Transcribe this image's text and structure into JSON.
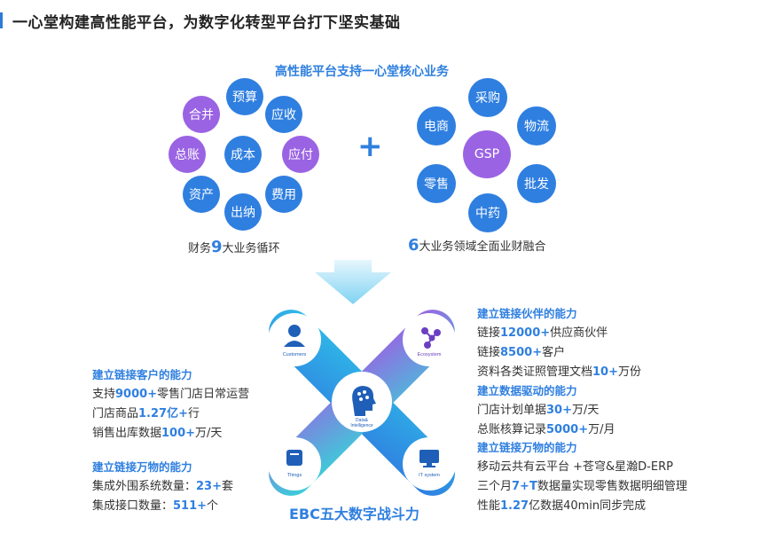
{
  "title": "一心堂构建高性能平台，为数字化转型平台打下坚实基础",
  "subhead": "高性能平台支持一心堂核心业务",
  "left_group": {
    "bubbles": [
      "预算",
      "合并",
      "应收",
      "总账",
      "成本",
      "应付",
      "资产",
      "费用",
      "出纳"
    ],
    "caption_pre": "财务",
    "caption_num": "9",
    "caption_post": "大业务循环"
  },
  "right_group": {
    "bubbles": [
      "采购",
      "电商",
      "物流",
      "GSP",
      "零售",
      "批发",
      "中药"
    ],
    "caption_num": "6",
    "caption_post": "大业务领域全面业财融合"
  },
  "plus": "+",
  "diagram": {
    "customers": "Customers",
    "ecosystem": "Ecosystem",
    "things": "Things",
    "it_system": "IT system",
    "center_1": "Data&",
    "center_2": "Intelligence",
    "footer": "EBC五大数字战斗力"
  },
  "left_sections": [
    {
      "head": "建立链接客户的能力",
      "lines": [
        {
          "pre": "支持",
          "num": "9000+",
          "post": "零售门店日常运营"
        },
        {
          "pre": "门店商品",
          "num": "1.27亿+",
          "post": "行"
        },
        {
          "pre": "销售出库数据",
          "num": "100+",
          "post": "万/天"
        }
      ]
    },
    {
      "head": "建立链接万物的能力",
      "lines": [
        {
          "pre": "集成外围系统数量：",
          "num": "23+",
          "post": "套"
        },
        {
          "pre": "集成接口数量：",
          "num": "511+",
          "post": "个"
        }
      ]
    }
  ],
  "right_sections": [
    {
      "head": "建立链接伙伴的能力",
      "lines": [
        {
          "pre": "链接",
          "num": "12000+",
          "post": "供应商伙伴"
        },
        {
          "pre": "链接",
          "num": "8500+",
          "post": "客户"
        },
        {
          "pre": "资料各类证照管理文档",
          "num": "10+",
          "post": "万份"
        }
      ]
    },
    {
      "head": "建立数据驱动的能力",
      "lines": [
        {
          "pre": "门店计划单据",
          "num": "30+",
          "post": "万/天"
        },
        {
          "pre": "总账核算记录",
          "num": "5000+",
          "post": "万/月"
        }
      ]
    },
    {
      "head": "建立链接万物的能力",
      "lines": [
        {
          "pre": "移动云共有云平台 +苍穹&星瀚D-ERP",
          "num": "",
          "post": ""
        },
        {
          "pre": "三个月",
          "num": "7+T",
          "post": "数据量实现零售数据明细管理"
        },
        {
          "pre": "性能",
          "num": "1.27",
          "post": "亿数据40min同步完成"
        }
      ]
    }
  ],
  "colors": {
    "blue": "#2f7fe0",
    "purple": "#9a63e3",
    "cyan": "#38c6e6"
  }
}
